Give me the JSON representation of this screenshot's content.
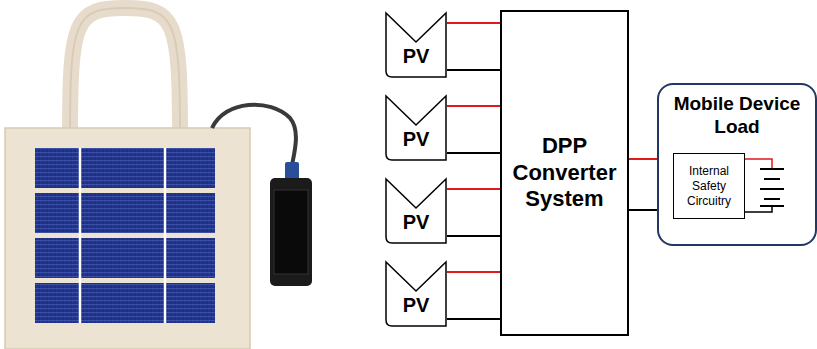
{
  "diagram": {
    "nodes": [
      {
        "text": [
          "PV"
        ]
      },
      {
        "text": [
          "PV"
        ]
      },
      {
        "text": [
          "PV"
        ]
      },
      {
        "text": [
          "PV"
        ]
      },
      {
        "text": [
          "DPP Converter System"
        ]
      },
      {
        "text": [
          "Mobile Device Load"
        ]
      },
      {
        "text": [
          "Internal Safety Circuitry"
        ],
        "in": 5
      }
    ],
    "edges": [
      {
        "from": 0,
        "to": 4,
        "arrow": "none"
      },
      {
        "from": 0,
        "to": 4,
        "arrow": "none"
      },
      {
        "from": 1,
        "to": 4,
        "arrow": "none"
      },
      {
        "from": 1,
        "to": 4,
        "arrow": "none"
      },
      {
        "from": 2,
        "to": 4,
        "arrow": "none"
      },
      {
        "from": 2,
        "to": 4,
        "arrow": "none"
      },
      {
        "from": 3,
        "to": 4,
        "arrow": "none"
      },
      {
        "from": 3,
        "to": 4,
        "arrow": "none"
      },
      {
        "from": 4,
        "to": 6,
        "arrow": "none"
      },
      {
        "from": 4,
        "to": 6,
        "arrow": "none"
      }
    ]
  }
}
